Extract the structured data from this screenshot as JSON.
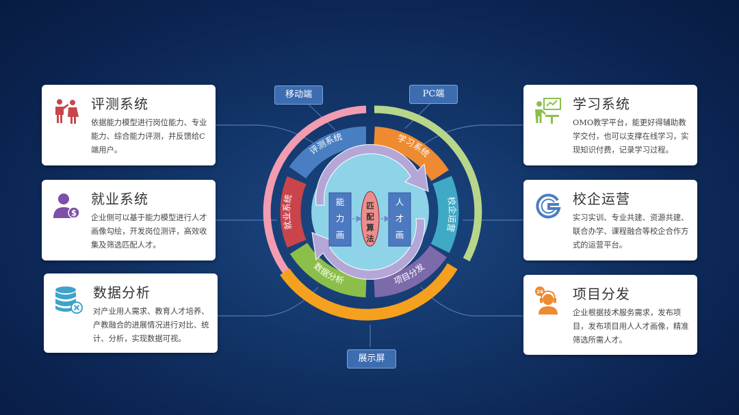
{
  "colors": {
    "ring_pink": "#f19cb1",
    "ring_green": "#b8d68a",
    "ring_orange": "#f5a01e",
    "seg_blue": "#4a7ec2",
    "seg_orange": "#ee8a30",
    "seg_teal": "#3fa9c6",
    "seg_purple": "#7d6aab",
    "seg_green": "#8cbf4a",
    "seg_red": "#c9454b"
  },
  "tags": {
    "mobile": "移动端",
    "pc": "PC端",
    "display": "展示屏"
  },
  "ring_labels": {
    "s1": "评测系统",
    "s2": "学习系统",
    "s3": "校企运营",
    "s4": "项目分发",
    "s5": "数据分析",
    "s6": "就业系统"
  },
  "center": {
    "left_box": "能力画像",
    "right_box": "人才画像",
    "middle": "匹配算法"
  },
  "cards": {
    "assessment": {
      "icon": "people-pointing-icon",
      "title": "评测系统",
      "desc": "依据能力模型进行岗位能力、专业能力、综合能力评测，并反馈给C端用户。"
    },
    "employment": {
      "icon": "person-money-icon",
      "title": "就业系统",
      "desc": "企业侧可以基于能力模型进行人才画像勾绘，开发岗位测评，高效收集及筛选匹配人才。"
    },
    "analytics": {
      "icon": "database-icon",
      "title": "数据分析",
      "desc": "对产业用人需求、教育人才培养、产教融合的进展情况进行对比、统计、分析，实现数据可视。"
    },
    "learning": {
      "icon": "teacher-board-icon",
      "title": "学习系统",
      "desc": "OMO教学平台，能更好得辅助教学交付，也可以支撑在线学习，实现知识付费，记录学习过程。"
    },
    "operations": {
      "icon": "g-logo-icon",
      "title": "校企运营",
      "desc": "实习实训、专业共建、资源共建、联合办学、课程融合等校企合作方式的运营平台。"
    },
    "projects": {
      "icon": "headset-24-icon",
      "title": "项目分发",
      "desc": "企业根据技术服务需求，发布项目，发布项目用人人才画像，精准筛选所需人才。"
    }
  }
}
